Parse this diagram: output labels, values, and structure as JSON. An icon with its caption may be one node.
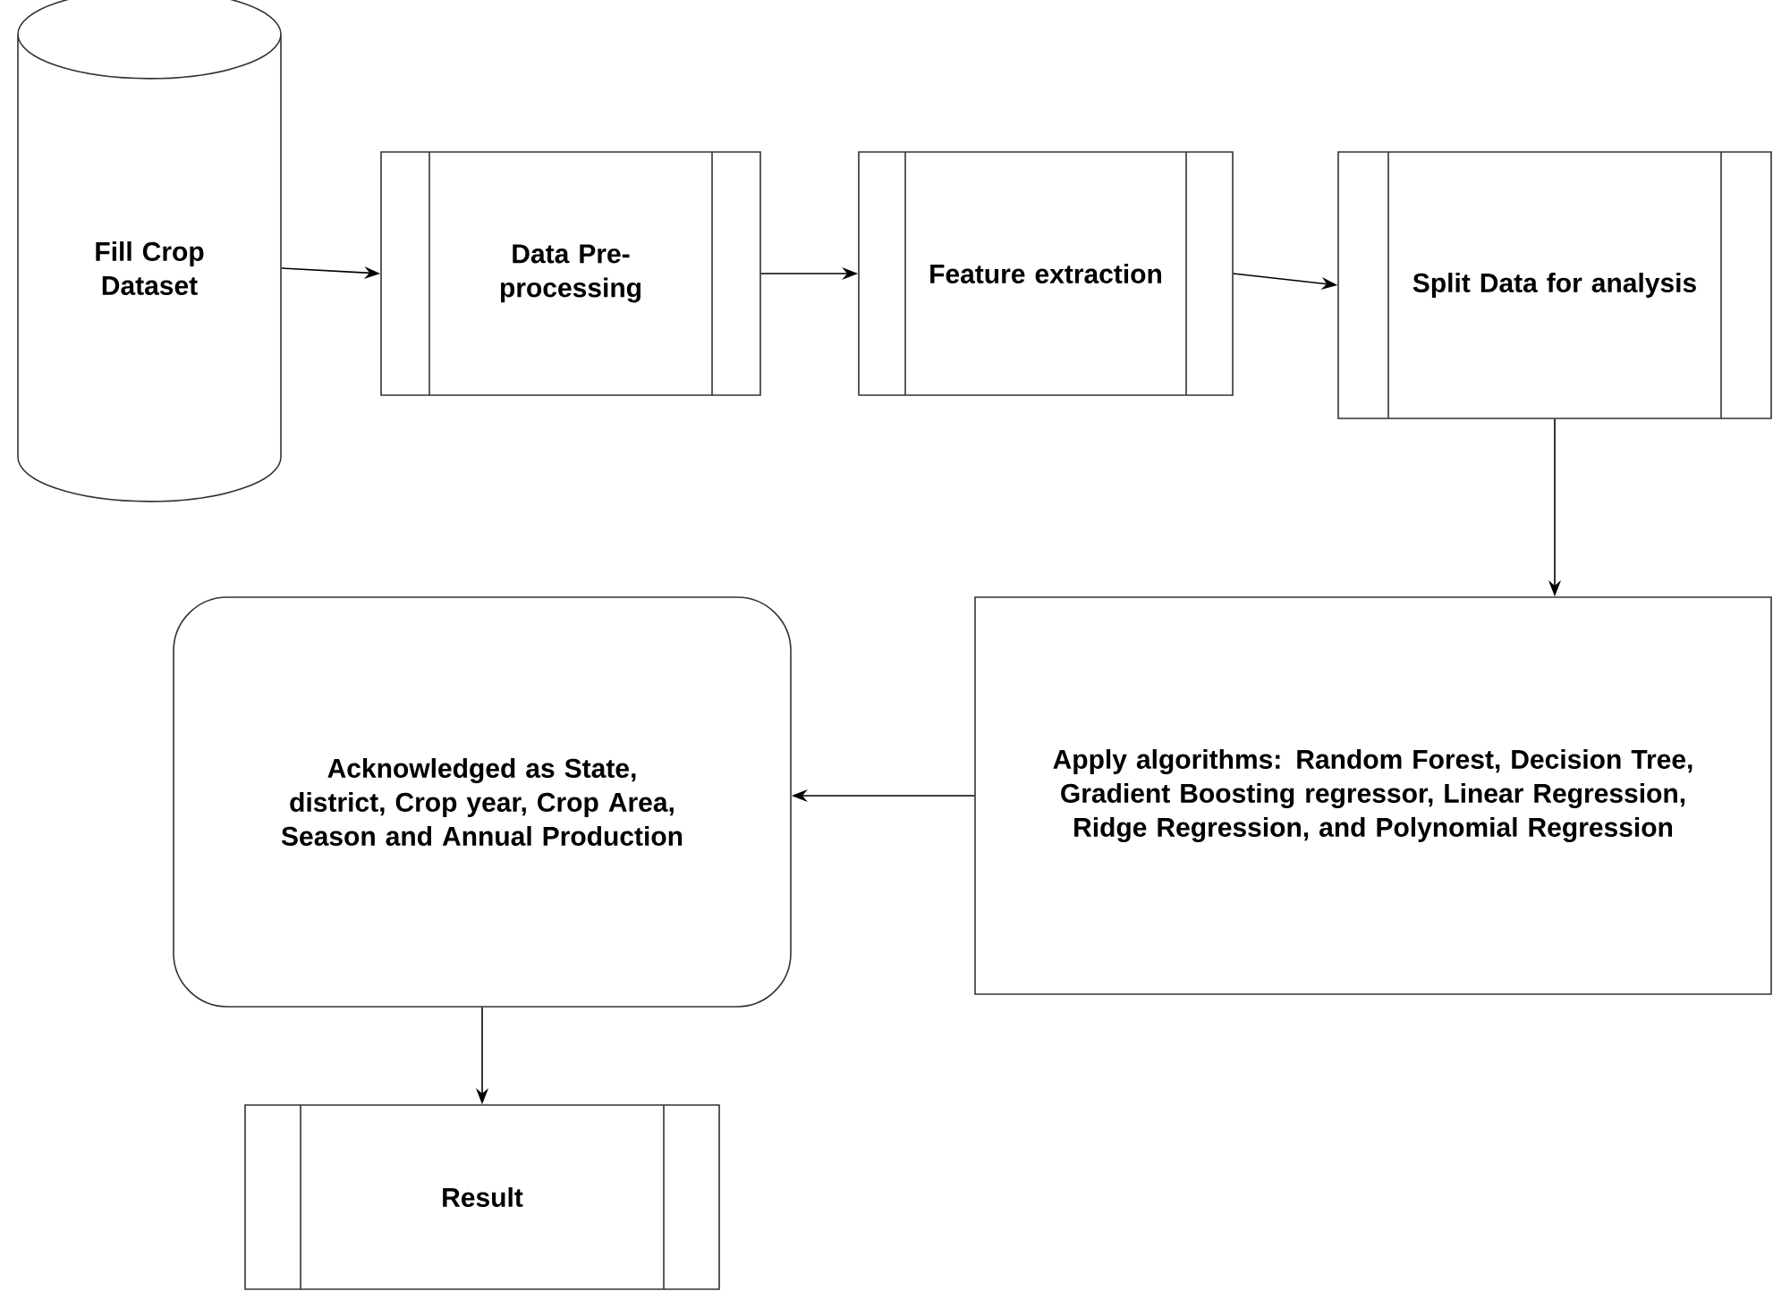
{
  "diagram": {
    "nodes": [
      {
        "text": [
          "Fill Crop Dataset"
        ]
      },
      {
        "text": [
          "Data Pre-processing"
        ]
      },
      {
        "text": [
          "Feature extraction"
        ]
      },
      {
        "text": [
          "Split Data for analysis"
        ]
      },
      {
        "text": [
          "Apply algorithms: Random Forest, Decision Tree, Gradient Boosting regressor, Linear Regression, Ridge Regression, and Polynomial Regression"
        ]
      },
      {
        "text": [
          "Acknowledged as State, district, Crop year, Crop Area, Season and Annual Production"
        ]
      },
      {
        "text": [
          "Result"
        ]
      }
    ],
    "edges": [
      {
        "from": 0,
        "to": 1,
        "arrow": "to"
      },
      {
        "from": 1,
        "to": 2,
        "arrow": "to"
      },
      {
        "from": 2,
        "to": 3,
        "arrow": "to"
      },
      {
        "from": 3,
        "to": 4,
        "arrow": "to"
      },
      {
        "from": 4,
        "to": 5,
        "arrow": "to"
      },
      {
        "from": 5,
        "to": 6,
        "arrow": "to"
      }
    ]
  }
}
